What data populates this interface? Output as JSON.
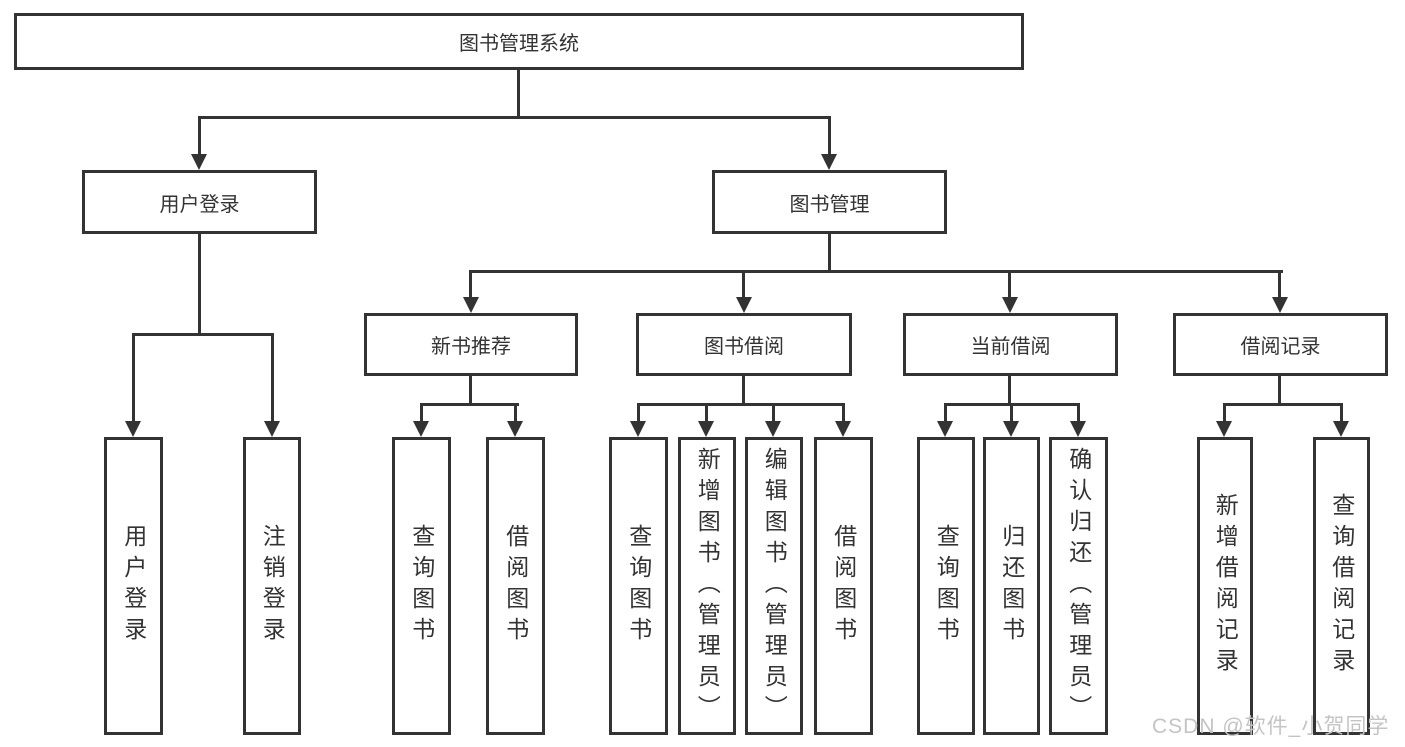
{
  "diagram": {
    "root": {
      "label": "图书管理系统"
    },
    "branches": [
      {
        "label": "用户登录",
        "children": [
          {
            "label": "用户登录"
          },
          {
            "label": "注销登录"
          }
        ]
      },
      {
        "label": "图书管理",
        "children": [
          {
            "label": "新书推荐",
            "children": [
              {
                "label": "查询图书"
              },
              {
                "label": "借阅图书"
              }
            ]
          },
          {
            "label": "图书借阅",
            "children": [
              {
                "label": "查询图书"
              },
              {
                "label": "新增图书（管理员）"
              },
              {
                "label": "编辑图书（管理员）"
              },
              {
                "label": "借阅图书"
              }
            ]
          },
          {
            "label": "当前借阅",
            "children": [
              {
                "label": "查询图书"
              },
              {
                "label": "归还图书"
              },
              {
                "label": "确认归还（管理员）"
              }
            ]
          },
          {
            "label": "借阅记录",
            "children": [
              {
                "label": "新增借阅记录"
              },
              {
                "label": "查询借阅记录"
              }
            ]
          }
        ]
      }
    ]
  },
  "watermark": {
    "text": "CSDN @软件_小贺同学"
  },
  "colors": {
    "line": "#333333",
    "box_border": "#333333",
    "text": "#333333",
    "background": "#ffffff",
    "watermark": "#c4c4c4"
  }
}
